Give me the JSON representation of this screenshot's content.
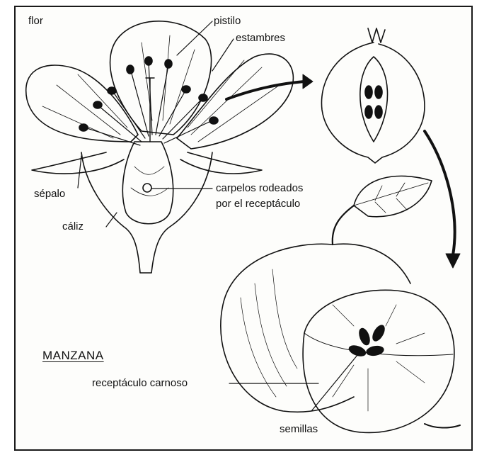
{
  "labels": {
    "flor": "flor",
    "pistilo": "pistilo",
    "estambres": "estambres",
    "sepalo": "sépalo",
    "caliz": "cáliz",
    "carpelos_line1": "carpelos rodeados",
    "carpelos_line2": "por el receptáculo",
    "manzana": "MANZANA",
    "receptaculo_carnoso": "receptáculo carnoso",
    "semillas": "semillas"
  },
  "colors": {
    "ink": "#111111",
    "paper": "#fdfdfb"
  }
}
